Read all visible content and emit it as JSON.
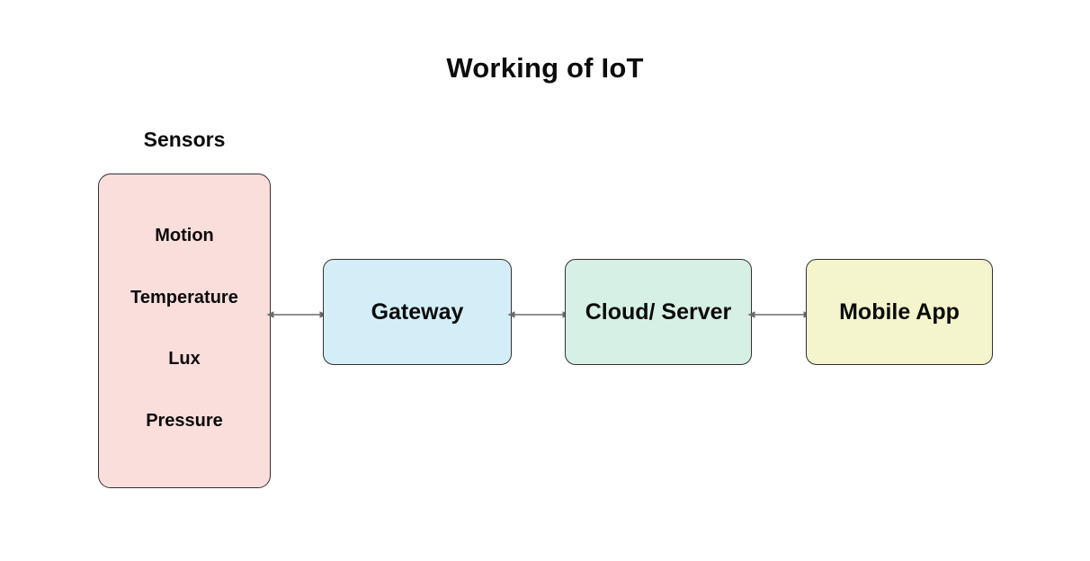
{
  "diagram": {
    "title": "Working of IoT",
    "background_color": "#ffffff",
    "type": "flow-diagram",
    "sensors_group": {
      "label": "Sensors",
      "fill_color": "#fadedc",
      "border_color": "#33302e",
      "items": [
        {
          "label": "Motion"
        },
        {
          "label": "Temperature"
        },
        {
          "label": "Lux"
        },
        {
          "label": "Pressure"
        }
      ]
    },
    "nodes": [
      {
        "id": "gateway",
        "label": "Gateway",
        "fill_color": "#d4eef8",
        "border_color": "#33302e"
      },
      {
        "id": "cloud",
        "label": "Cloud/ Server",
        "fill_color": "#d6f0e5",
        "border_color": "#33302e"
      },
      {
        "id": "mobile",
        "label": "Mobile App",
        "fill_color": "#f4f4cd",
        "border_color": "#33302e"
      }
    ],
    "connectors": [
      {
        "id": "sensors-gateway",
        "from": "Sensors",
        "to": "Gateway",
        "direction": "bidirectional",
        "color": "#6b6b6b"
      },
      {
        "id": "gateway-cloud",
        "from": "Gateway",
        "to": "Cloud/ Server",
        "direction": "bidirectional",
        "color": "#6b6b6b"
      },
      {
        "id": "cloud-mobile",
        "from": "Cloud/ Server",
        "to": "Mobile App",
        "direction": "bidirectional",
        "color": "#6b6b6b"
      }
    ]
  }
}
